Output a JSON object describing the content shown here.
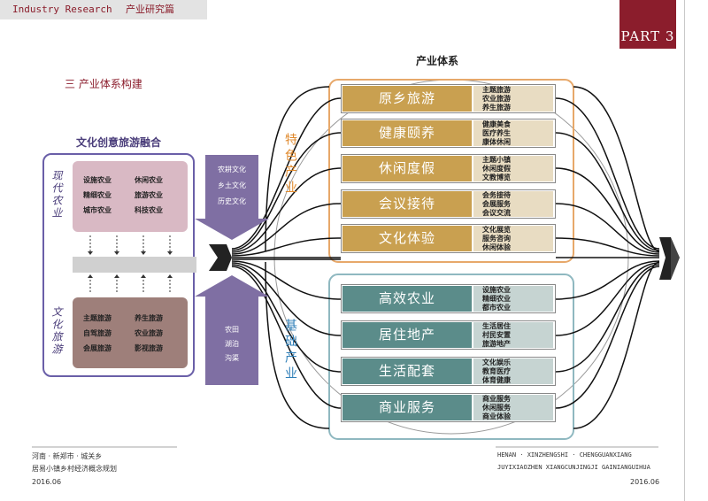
{
  "header": {
    "en": "Industry Research",
    "cn": "产业研究篇"
  },
  "part_label": "PART 3",
  "section_title": "三  产业体系构建",
  "left": {
    "title": "文化创意旅游融合",
    "top_side_label": "现代农业",
    "bottom_side_label": "文化旅游",
    "top_items": [
      "设施农业",
      "休闲农业",
      "精细农业",
      "旅游农业",
      "城市农业",
      "科技农业"
    ],
    "bottom_items": [
      "主题旅游",
      "养生旅游",
      "自驾旅游",
      "农业旅游",
      "会展旅游",
      "影视旅游"
    ]
  },
  "middle": {
    "top_items": [
      "农耕文化",
      "乡土文化",
      "历史文化"
    ],
    "bottom_items": [
      "农田",
      "湖泊",
      "沟渠"
    ]
  },
  "right": {
    "title": "产业体系",
    "special_label": "特色产业",
    "basic_label": "基础产业",
    "special_rows": [
      {
        "name": "原乡旅游",
        "subs": [
          "主题旅游",
          "农业旅游",
          "养生旅游"
        ]
      },
      {
        "name": "健康颐养",
        "subs": [
          "健康美食",
          "医疗养生",
          "康体休闲"
        ]
      },
      {
        "name": "休闲度假",
        "subs": [
          "主题小镇",
          "休闲度假",
          "文教博览"
        ]
      },
      {
        "name": "会议接待",
        "subs": [
          "会务接待",
          "会展服务",
          "会议交流"
        ]
      },
      {
        "name": "文化体验",
        "subs": [
          "文化展览",
          "服务咨询",
          "休闲体验"
        ]
      }
    ],
    "basic_rows": [
      {
        "name": "高效农业",
        "subs": [
          "设施农业",
          "精细农业",
          "都市农业"
        ]
      },
      {
        "name": "居住地产",
        "subs": [
          "生活居住",
          "村民安置",
          "旅游地产"
        ]
      },
      {
        "name": "生活配套",
        "subs": [
          "文化娱乐",
          "教育医疗",
          "体育健康"
        ]
      },
      {
        "name": "商业服务",
        "subs": [
          "商业服务",
          "休闲服务",
          "商业体验"
        ]
      }
    ]
  },
  "footer": {
    "left_line1": "河南 · 新郑市 · 城关乡",
    "left_line2": "居易小镇乡村经济概念规划",
    "left_date": "2016.06",
    "right_line1": "HENAN · XINZHENGSHI · CHENGGUANXIANG",
    "right_line2": "JUYIXIAOZHEN XIANGCUNJINGJI GAINIANGUIHUA",
    "right_date": "2016.06"
  },
  "colors": {
    "accent": "#8b1d2c",
    "purple": "#6a5fa8",
    "gold": "#c9a050",
    "teal": "#5b8c8a",
    "orange": "#e08a2e",
    "blue": "#2f7fb8"
  }
}
